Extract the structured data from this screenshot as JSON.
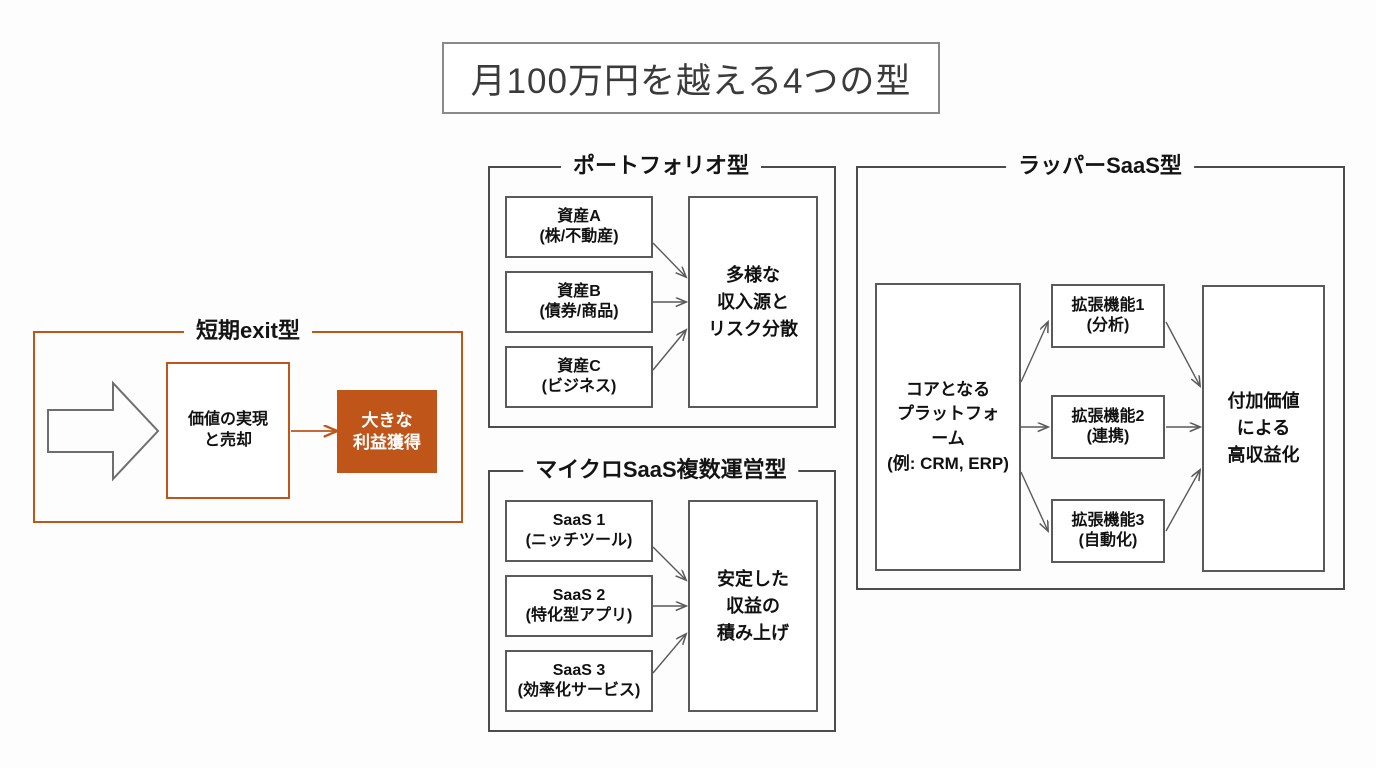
{
  "title": {
    "text": "月100万円を越える4つの型"
  },
  "colors": {
    "accent_orange": "#c0551a",
    "box_border_gray": "#5a5a5a",
    "panel_border_gray": "#4c4c4c",
    "page_background": "#fdfdfd",
    "text": "#111111"
  },
  "panels": [
    {
      "id": "short-exit",
      "label": "短期exit型",
      "accent": "orange",
      "nodes": [
        {
          "id": "value-realization",
          "lines": [
            "価値の実現",
            "と売却"
          ]
        },
        {
          "id": "big-profit",
          "lines": [
            "大きな",
            "利益獲得"
          ],
          "style": "filled"
        }
      ],
      "decorations": [
        {
          "id": "inflow-arrow",
          "kind": "block-arrow-right"
        }
      ]
    },
    {
      "id": "portfolio",
      "label": "ポートフォリオ型",
      "accent": "gray",
      "nodes": [
        {
          "id": "asset-a",
          "lines": [
            "資産A",
            "(株/不動産)"
          ]
        },
        {
          "id": "asset-b",
          "lines": [
            "資産B",
            "(債券/商品)"
          ]
        },
        {
          "id": "asset-c",
          "lines": [
            "資産C",
            "(ビジネス)"
          ]
        },
        {
          "id": "portfolio-result",
          "lines": [
            "多様な",
            "収入源と",
            "リスク分散"
          ]
        }
      ]
    },
    {
      "id": "micro-saas",
      "label": "マイクロSaaS複数運営型",
      "accent": "gray",
      "nodes": [
        {
          "id": "saas-1",
          "lines": [
            "SaaS 1",
            "(ニッチツール)"
          ]
        },
        {
          "id": "saas-2",
          "lines": [
            "SaaS 2",
            "(特化型アプリ)"
          ]
        },
        {
          "id": "saas-3",
          "lines": [
            "SaaS 3",
            "(効率化サービス)"
          ]
        },
        {
          "id": "micro-saas-result",
          "lines": [
            "安定した",
            "収益の",
            "積み上げ"
          ]
        }
      ]
    },
    {
      "id": "wrapper-saas",
      "label": "ラッパーSaaS型",
      "accent": "gray",
      "nodes": [
        {
          "id": "core-platform",
          "lines": [
            "コアとなる",
            "プラットフォ",
            "ーム",
            "(例: CRM, ERP)"
          ]
        },
        {
          "id": "extension-1",
          "lines": [
            "拡張機能1",
            "(分析)"
          ]
        },
        {
          "id": "extension-2",
          "lines": [
            "拡張機能2",
            "(連携)"
          ]
        },
        {
          "id": "extension-3",
          "lines": [
            "拡張機能3",
            "(自動化)"
          ]
        },
        {
          "id": "wrapper-result",
          "lines": [
            "付加価値",
            "による",
            "高収益化"
          ]
        }
      ]
    }
  ]
}
